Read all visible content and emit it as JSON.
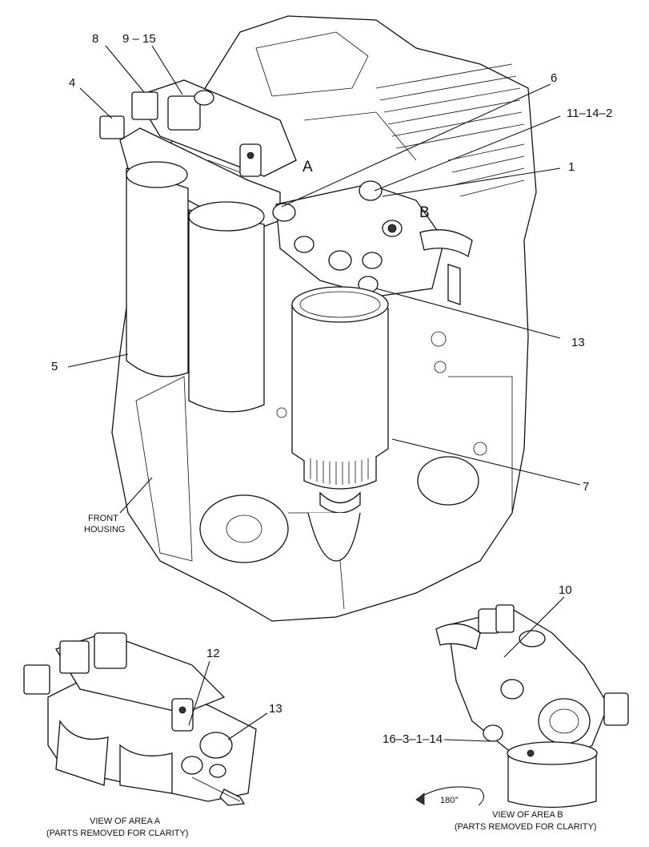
{
  "callouts": {
    "c1": "1",
    "c4": "4",
    "c5": "5",
    "c6": "6",
    "c7": "7",
    "c8": "8",
    "c9_15": "9 – 15",
    "c10": "10",
    "c11_14_2": "11–14–2",
    "c12": "12",
    "c13_main": "13",
    "c13_viewA": "13",
    "c16_3_1_14": "16–3–1–14"
  },
  "area_markers": {
    "a": "A",
    "b": "B"
  },
  "front_housing": {
    "line1": "FRONT",
    "line2": "HOUSING"
  },
  "view_a": {
    "title": "VIEW OF AREA A",
    "note": "(PARTS REMOVED FOR CLARITY)"
  },
  "view_b": {
    "title": "VIEW OF AREA B",
    "note": "(PARTS REMOVED FOR CLARITY)",
    "rotation": "180°"
  }
}
